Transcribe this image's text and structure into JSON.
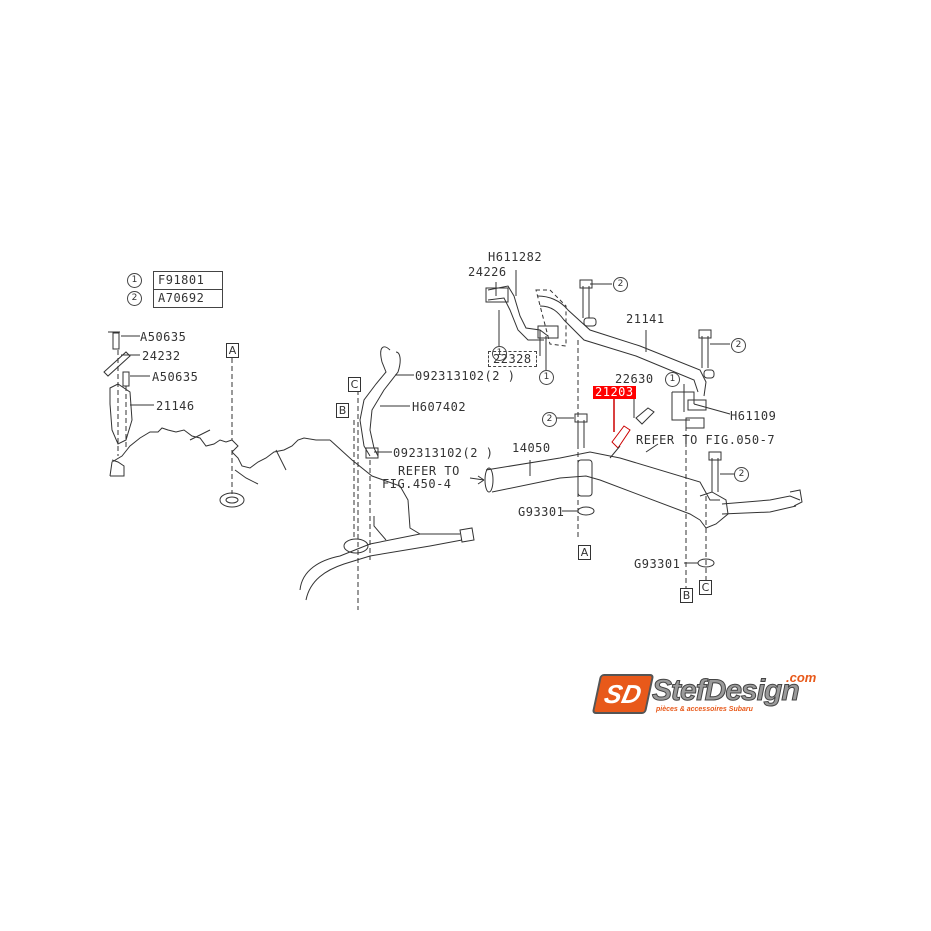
{
  "diagram": {
    "type": "parts-exploded-view",
    "legend": [
      {
        "ref": "1",
        "part": "F91801"
      },
      {
        "ref": "2",
        "part": "A70692"
      }
    ],
    "highlighted_part": {
      "number": "21203",
      "color": "#ff0000"
    },
    "part_labels": {
      "a50635_top": "A50635",
      "p24232": "24232",
      "a50635_mid": "A50635",
      "p21146": "21146",
      "h611282": "H611282",
      "p24226": "24226",
      "p22328": "22328",
      "p21141": "21141",
      "p22630": "22630",
      "h61109": "H61109",
      "clamp_top": "092313102(2 )",
      "h607402": "H607402",
      "clamp_bottom": "092313102(2 )",
      "p14050": "14050",
      "g93301_left": "G93301",
      "g93301_right": "G93301",
      "refer_450_line1": "REFER TO",
      "refer_450_line2": "FIG.450-4",
      "refer_050": "REFER TO FIG.050-7"
    },
    "callouts": {
      "c1": "1",
      "c2": "2"
    },
    "section_markers": {
      "a": "A",
      "b": "B",
      "c": "C"
    }
  },
  "brand": {
    "name": "StefDesign",
    "domain": ".com",
    "tagline": "pièces & accessoires Subaru",
    "badge": "SD",
    "accent_color": "#e8591a"
  }
}
